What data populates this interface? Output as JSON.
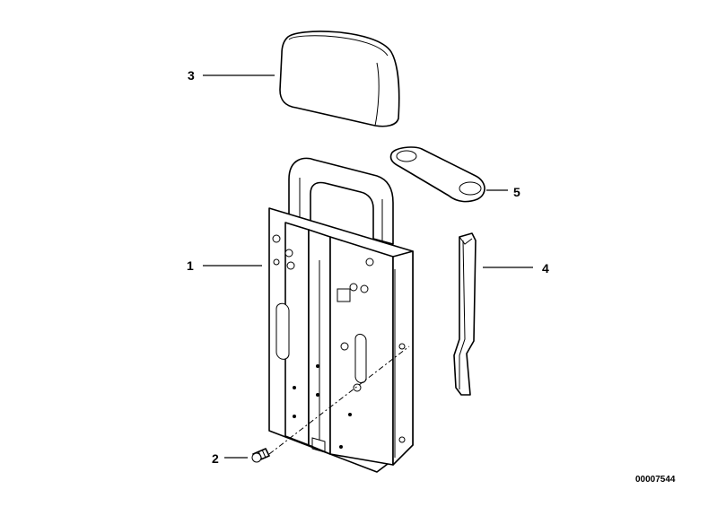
{
  "callouts": [
    {
      "id": "1",
      "label": "1"
    },
    {
      "id": "2",
      "label": "2"
    },
    {
      "id": "3",
      "label": "3"
    },
    {
      "id": "4",
      "label": "4"
    },
    {
      "id": "5",
      "label": "5"
    }
  ],
  "diagram_code": "00007544"
}
